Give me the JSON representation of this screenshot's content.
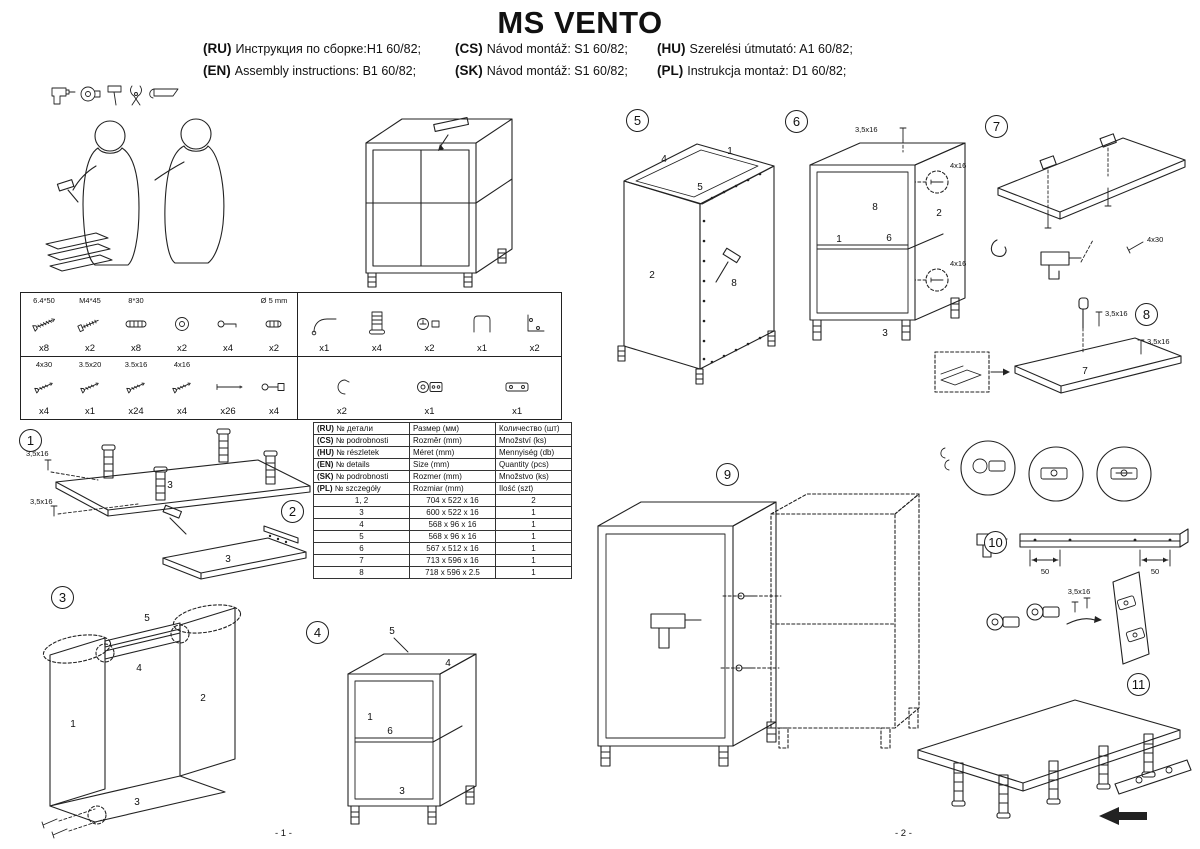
{
  "page": {
    "title": "MS VENTO",
    "footer_left": "- 1 -",
    "footer_right": "- 2 -"
  },
  "langs": [
    {
      "code": "(RU)",
      "text": "Инструкция по сборке:H1 60/82;"
    },
    {
      "code": "(CS)",
      "text": "Návod montáž: S1 60/82;"
    },
    {
      "code": "(HU)",
      "text": "Szerelési útmutató: A1 60/82;"
    },
    {
      "code": "(EN)",
      "text": "Assembly instructions: B1 60/82;"
    },
    {
      "code": "(SK)",
      "text": "Návod montáž: S1 60/82;"
    },
    {
      "code": "(PL)",
      "text": "Instrukcja montaż: D1 60/82;"
    }
  ],
  "steps": [
    "1",
    "2",
    "3",
    "4",
    "5",
    "6",
    "7",
    "8",
    "9",
    "10",
    "11"
  ],
  "hardware": {
    "left_row1": [
      {
        "label": "6.4*50",
        "qty": "x8"
      },
      {
        "label": "M4*45",
        "qty": "x2"
      },
      {
        "label": "8*30",
        "qty": "x8"
      },
      {
        "label": "",
        "qty": "x2"
      },
      {
        "label": "",
        "qty": "x4"
      },
      {
        "label": "Ø 5 mm",
        "qty": "x2"
      }
    ],
    "left_row2": [
      {
        "label": "4x30",
        "qty": "x4"
      },
      {
        "label": "3.5x20",
        "qty": "x1"
      },
      {
        "label": "3.5x16",
        "qty": "x24"
      },
      {
        "label": "4x16",
        "qty": "x4"
      },
      {
        "label": "",
        "qty": "x26"
      },
      {
        "label": "",
        "qty": "x4"
      }
    ],
    "right_row1": [
      {
        "qty": "x1"
      },
      {
        "qty": "x4"
      },
      {
        "qty": "x2"
      },
      {
        "qty": "x1"
      },
      {
        "qty": "x2"
      }
    ],
    "right_row2": [
      {
        "qty": "x2"
      },
      {
        "qty": "x1"
      },
      {
        "qty": "x1"
      }
    ]
  },
  "parts_table": {
    "header": [
      {
        "code": "(RU)",
        "c1": "№ детали",
        "c2": "Размер (мм)",
        "c3": "Количество (шт)"
      },
      {
        "code": "(CS)",
        "c1": "№ podrobnosti",
        "c2": "Rozměr (mm)",
        "c3": "Množství (ks)"
      },
      {
        "code": "(HU)",
        "c1": "№ részletek",
        "c2": "Méret (mm)",
        "c3": "Mennyiség (db)"
      },
      {
        "code": "(EN)",
        "c1": "№ details",
        "c2": "Size (mm)",
        "c3": "Quantity (pcs)"
      },
      {
        "code": "(SK)",
        "c1": "№ podrobnosti",
        "c2": "Rozmer (mm)",
        "c3": "Množstvo (ks)"
      },
      {
        "code": "(PL)",
        "c1": "№ szczegóły",
        "c2": "Rozmiar (mm)",
        "c3": "Ilość (szt)"
      }
    ],
    "rows": [
      {
        "part": "1, 2",
        "size": "704 x 522 x 16",
        "qty": "2"
      },
      {
        "part": "3",
        "size": "600 x 522 x 16",
        "qty": "1"
      },
      {
        "part": "4",
        "size": "568 x 96 x 16",
        "qty": "1"
      },
      {
        "part": "5",
        "size": "568 x 96 x 16",
        "qty": "1"
      },
      {
        "part": "6",
        "size": "567 x 512 x 16",
        "qty": "1"
      },
      {
        "part": "7",
        "size": "713 x 596 x 16",
        "qty": "1"
      },
      {
        "part": "8",
        "size": "718 x 596 x 2.5",
        "qty": "1"
      }
    ]
  },
  "figures": {
    "fig1": {
      "part": "3",
      "screw_top": "3,5x16",
      "screw_bottom": "3,5x16"
    },
    "fig2": {
      "part": "3"
    },
    "fig3": {
      "p1": "1",
      "p2": "2",
      "p3": "3",
      "p4": "4",
      "p5": "5"
    },
    "fig4": {
      "p1": "1",
      "p3": "3",
      "p4": "4",
      "p5": "5",
      "p6": "6"
    },
    "fig5": {
      "p1": "1",
      "p2": "2",
      "p4": "4",
      "p5": "5",
      "p8": "8"
    },
    "fig6": {
      "p1": "1",
      "p2": "2",
      "p3": "3",
      "p6": "6",
      "p8": "8",
      "screw_top": "3,5x16",
      "screw_right_top": "4x16",
      "screw_right_bottom": "4x16"
    },
    "fig7": {
      "screw": "4x30"
    },
    "fig8": {
      "part": "7",
      "screw_a": "3,5x16",
      "screw_b": "3,5x16"
    },
    "fig10": {
      "screw": "3,5x16",
      "dim_left": "50",
      "dim_right": "50"
    }
  }
}
